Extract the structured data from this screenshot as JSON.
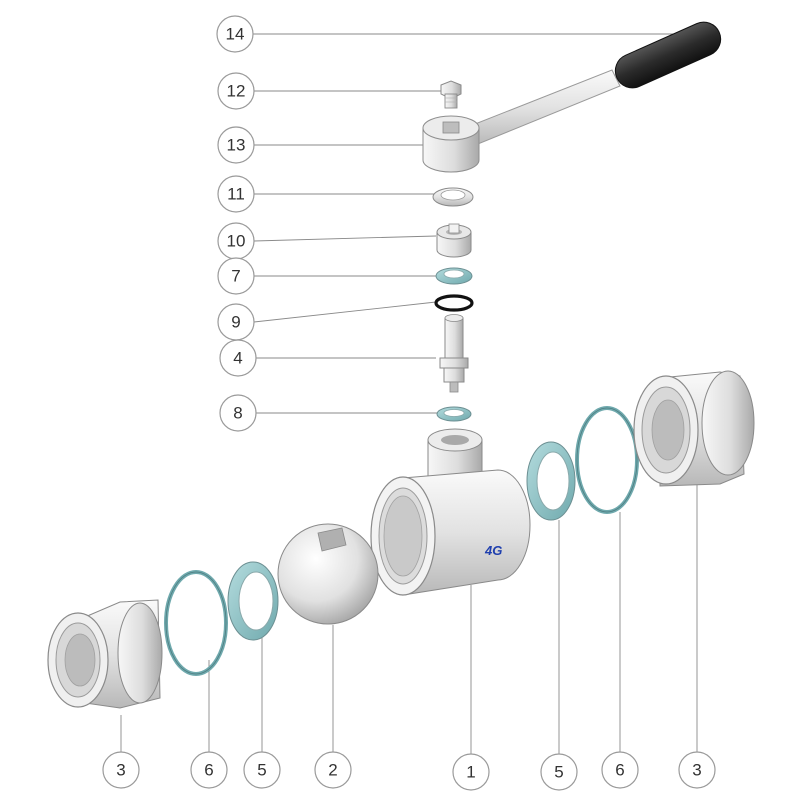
{
  "diagram": {
    "callouts": [
      {
        "id": "c14",
        "label": "14"
      },
      {
        "id": "c12",
        "label": "12"
      },
      {
        "id": "c13",
        "label": "13"
      },
      {
        "id": "c11",
        "label": "11"
      },
      {
        "id": "c10",
        "label": "10"
      },
      {
        "id": "c7",
        "label": "7"
      },
      {
        "id": "c9",
        "label": "9"
      },
      {
        "id": "c4",
        "label": "4"
      },
      {
        "id": "c8",
        "label": "8"
      },
      {
        "id": "c3l",
        "label": "3"
      },
      {
        "id": "c6l",
        "label": "6"
      },
      {
        "id": "c5l",
        "label": "5"
      },
      {
        "id": "c2",
        "label": "2"
      },
      {
        "id": "c1",
        "label": "1"
      },
      {
        "id": "c5r",
        "label": "5"
      },
      {
        "id": "c6r",
        "label": "6"
      },
      {
        "id": "c3r",
        "label": "3"
      }
    ],
    "logo_text": "4G",
    "colors": {
      "metal_light": "#f2f2f2",
      "metal_mid": "#cfcfcf",
      "metal_dark": "#9d9d9d",
      "seal_teal": "#8ec3c6",
      "oring_black": "#111111",
      "handle_grip": "#2b2b2b",
      "logo_blue": "#1f3fae"
    }
  }
}
